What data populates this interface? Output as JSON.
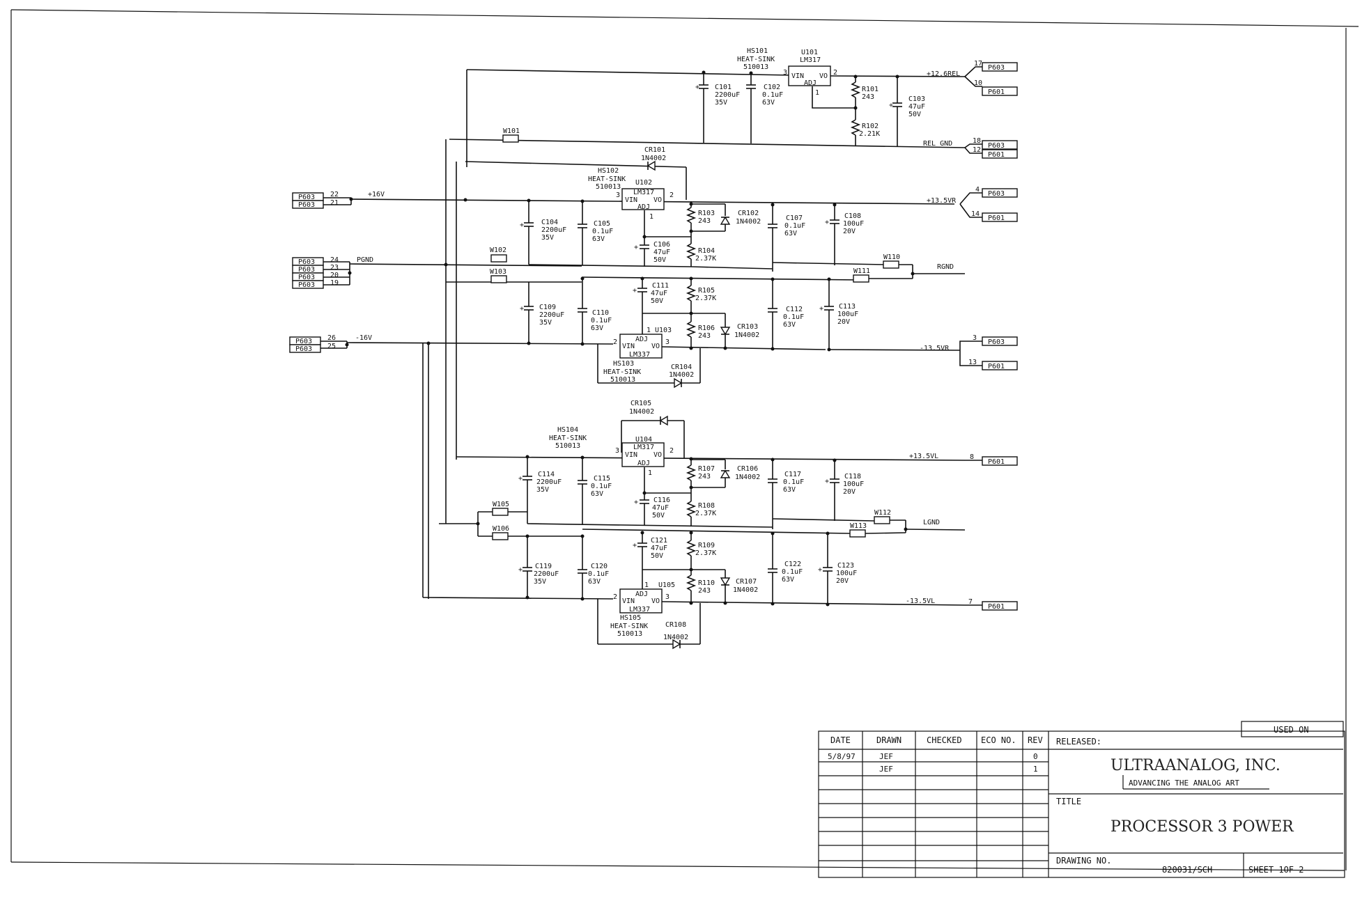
{
  "title_block": {
    "used_on": "USED ON",
    "headers": {
      "date": "DATE",
      "drawn": "DRAWN",
      "checked": "CHECKED",
      "eco": "ECO NO.",
      "rev": "REV"
    },
    "rows": [
      {
        "date": "5/8/97",
        "drawn": "JEF",
        "rev": "0"
      },
      {
        "date": "",
        "drawn": "JEF",
        "rev": "1"
      }
    ],
    "released": "RELEASED:",
    "company": "ULTRAANALOG, INC.",
    "tagline": "ADVANCING THE ANALOG ART",
    "title_label": "TITLE",
    "title": "PROCESSOR 3 POWER",
    "drawing_no_label": "DRAWING NO.",
    "drawing_no": "820031/SCH",
    "sheet": "SHEET 1OF 2"
  },
  "connectors": {
    "p603": "P603",
    "p601": "P601"
  },
  "pins": {
    "p22": "22",
    "p21": "21",
    "p24": "24",
    "p23": "23",
    "p20": "20",
    "p19": "19",
    "p26": "26",
    "p25": "25",
    "p17": "17",
    "p10": "10",
    "p18": "18",
    "p12": "12",
    "p4": "4",
    "p14": "14",
    "p3": "3",
    "p13": "13",
    "p8": "8",
    "p7": "7"
  },
  "nets": {
    "plus16": "+16V",
    "pgnd": "PGND",
    "minus16": "-16V",
    "rel": "+12.6REL",
    "relgnd": "REL GND",
    "p135vr": "+13.5VR",
    "rgnd": "RGND",
    "m135vr": "-13.5VR",
    "p135vl": "+13.5VL",
    "lgnd": "LGND",
    "m135vl": "-13.5VL"
  },
  "parts": {
    "hs101": "HS101",
    "hs102": "HS102",
    "hs103": "HS103",
    "hs104": "HS104",
    "hs105": "HS105",
    "heatsink": "HEAT-SINK",
    "hspn": "510013",
    "u101": "U101",
    "u102": "U102",
    "u103": "U103",
    "u104": "U104",
    "u105": "U105",
    "lm317": "LM317",
    "lm337": "LM337",
    "vin": "VIN",
    "vo": "VO",
    "adj": "ADJ",
    "c101": "C101",
    "c102": "C102",
    "c103": "C103",
    "c104": "C104",
    "c105": "C105",
    "c106": "C106",
    "c107": "C107",
    "c108": "C108",
    "c109": "C109",
    "c110": "C110",
    "c111": "C111",
    "c112": "C112",
    "c113": "C113",
    "c114": "C114",
    "c115": "C115",
    "c116": "C116",
    "c117": "C117",
    "c118": "C118",
    "c119": "C119",
    "c120": "C120",
    "c121": "C121",
    "c122": "C122",
    "c123": "C123",
    "v2200": "2200uF",
    "v01": "0.1uF",
    "v47": "47uF",
    "v100": "100uF",
    "v35": "35V",
    "v63": "63V",
    "v50": "50V",
    "v20": "20V",
    "r101": "R101",
    "r102": "R102",
    "r103": "R103",
    "r104": "R104",
    "r105": "R105",
    "r106": "R106",
    "r107": "R107",
    "r108": "R108",
    "r109": "R109",
    "r110": "R110",
    "v243": "243",
    "v221k": "2.21K",
    "v237k": "2.37K",
    "cr101": "CR101",
    "cr102": "CR102",
    "cr103": "CR103",
    "cr104": "CR104",
    "cr105": "CR105",
    "cr106": "CR106",
    "cr107": "CR107",
    "cr108": "CR108",
    "d1n4002": "1N4002",
    "w101": "W101",
    "w102": "W102",
    "w103": "W103",
    "w105": "W105",
    "w106": "W106",
    "w110": "W110",
    "w111": "W111",
    "w112": "W112",
    "w113": "W113",
    "n1": "1",
    "n2": "2",
    "n3": "3"
  }
}
